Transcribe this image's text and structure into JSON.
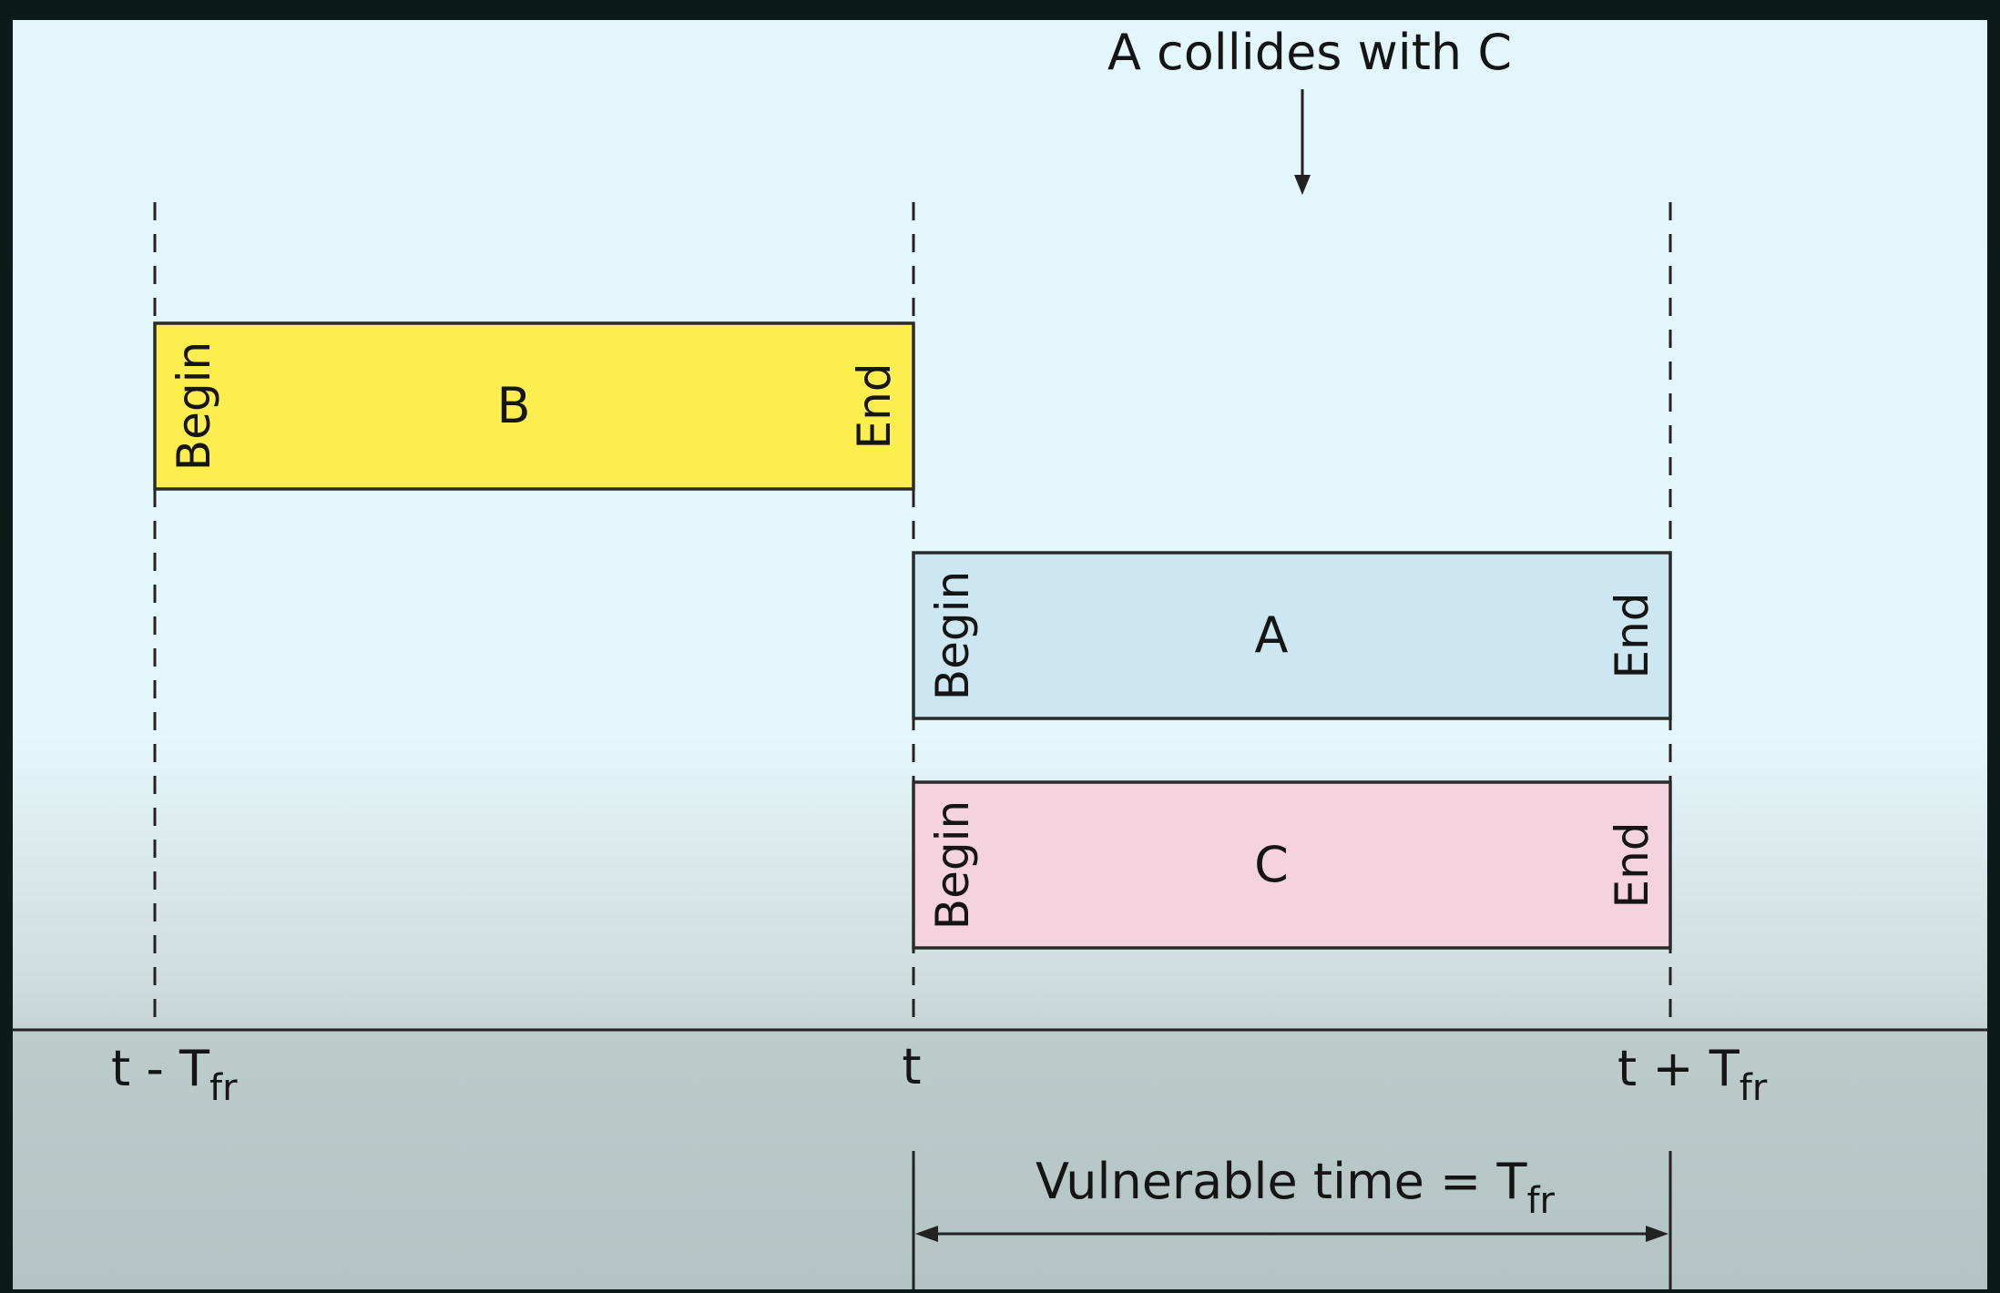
{
  "annotation": {
    "label": "A collides with C"
  },
  "frames": [
    {
      "id": "B",
      "label": "B",
      "begin": "Begin",
      "end": "End",
      "color": "#fdee50"
    },
    {
      "id": "A",
      "label": "A",
      "begin": "Begin",
      "end": "End",
      "color": "#cce7f1"
    },
    {
      "id": "C",
      "label": "C",
      "begin": "Begin",
      "end": "End",
      "color": "#f4d3df"
    }
  ],
  "time_labels": {
    "left_base": "t - T",
    "left_sub": "fr",
    "mid": "t",
    "right_base": "t + T",
    "right_sub": "fr"
  },
  "vulnerable": {
    "label_base": "Vulnerable time = T",
    "label_sub": "fr"
  }
}
